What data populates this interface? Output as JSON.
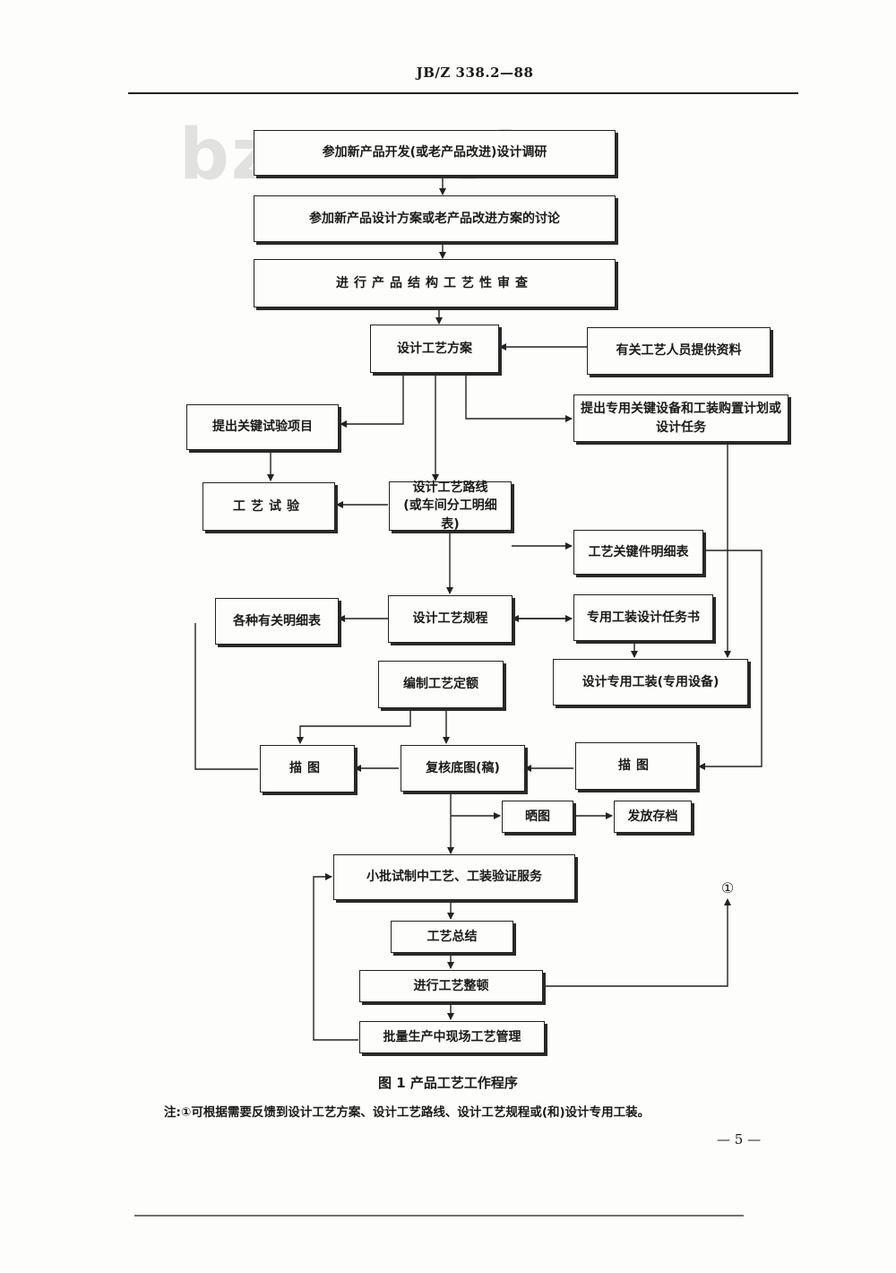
{
  "header": {
    "doc_number": "JB/Z 338.2—88"
  },
  "watermark": "bzxz.net",
  "boxes": {
    "b1": "参加新产品开发(或老产品改进)设计调研",
    "b2": "参加新产品设计方案或老产品改进方案的讨论",
    "b3": "进行产品结构工艺性审查",
    "b4": "设计工艺方案",
    "b5": "有关工艺人员提供资料",
    "b6": "提出关键试验项目",
    "b7": "提出专用关键设备和工装购置计划或设计任务",
    "b8": "工艺试验",
    "b9": "设计工艺路线\n(或车间分工明细表)",
    "b10": "工艺关键件明细表",
    "b11": "各种有关明细表",
    "b12": "设计工艺规程",
    "b13": "专用工装设计任务书",
    "b14": "编制工艺定额",
    "b15": "设计专用工装(专用设备)",
    "b16": "描图",
    "b17": "复核底图(稿)",
    "b18": "描图",
    "b19": "晒图",
    "b20": "发放存档",
    "b21": "小批试制中工艺、工装验证服务",
    "b22": "工艺总结",
    "b23": "进行工艺整顿",
    "b24": "批量生产中现场工艺管理"
  },
  "feedback_marker": "①",
  "caption": "图 1  产品工艺工作程序",
  "note": "注:①可根据需要反馈到设计工艺方案、设计工艺路线、设计工艺规程或(和)设计专用工装。",
  "page_number": "— 5 —"
}
